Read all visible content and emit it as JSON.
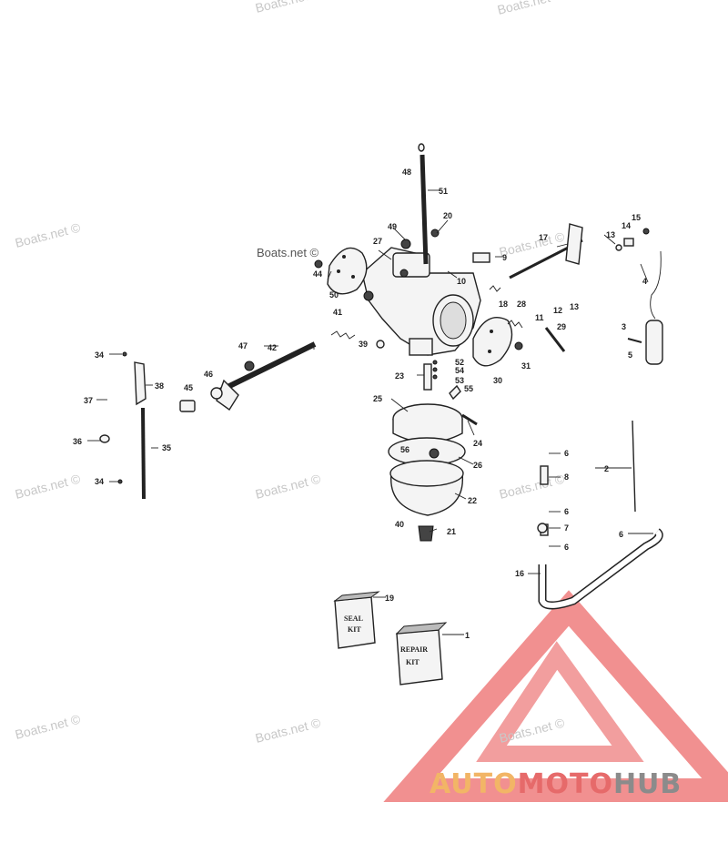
{
  "watermark_text": "Boats.net ©",
  "brand": {
    "auto": "AUTO",
    "moto": "MOTO",
    "hub": "HUB",
    "colors": {
      "auto": "#f2b566",
      "moto": "#e66a6a",
      "hub": "#8b8b8b",
      "logo": "#ee7d7d"
    }
  },
  "kits": {
    "seal_kit": [
      "SEAL",
      "KIT"
    ],
    "repair_kit": [
      "REPAIR",
      "KIT"
    ]
  },
  "callouts": [
    "1",
    "2",
    "3",
    "4",
    "5",
    "6",
    "6",
    "6",
    "6",
    "7",
    "8",
    "9",
    "10",
    "11",
    "12",
    "13",
    "13",
    "14",
    "15",
    "16",
    "17",
    "18",
    "19",
    "20",
    "21",
    "22",
    "23",
    "24",
    "25",
    "26",
    "27",
    "28",
    "29",
    "30",
    "31",
    "34",
    "34",
    "35",
    "36",
    "37",
    "38",
    "39",
    "40",
    "41",
    "42",
    "44",
    "45",
    "46",
    "47",
    "48",
    "49",
    "50",
    "51",
    "52",
    "53",
    "54",
    "55",
    "56"
  ]
}
